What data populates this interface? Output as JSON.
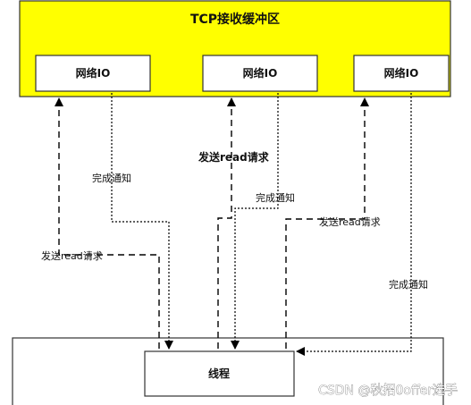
{
  "buffer": {
    "title": "TCP接收缓冲区"
  },
  "io_nodes": [
    {
      "label": "网络IO"
    },
    {
      "label": "网络IO"
    },
    {
      "label": "网络IO"
    }
  ],
  "thread": {
    "label": "线程"
  },
  "labels": {
    "send_read_left": "发送read请求",
    "done_left": "完成通知",
    "send_read_mid": "发送read请求",
    "done_mid": "完成通知",
    "send_read_right": "发送read请求",
    "done_right": "完成通知"
  },
  "watermark": "CSDN @秋招0offer选手",
  "colors": {
    "buffer_fill": "#ffff00",
    "stroke": "#000000",
    "box_fill": "#ffffff"
  }
}
